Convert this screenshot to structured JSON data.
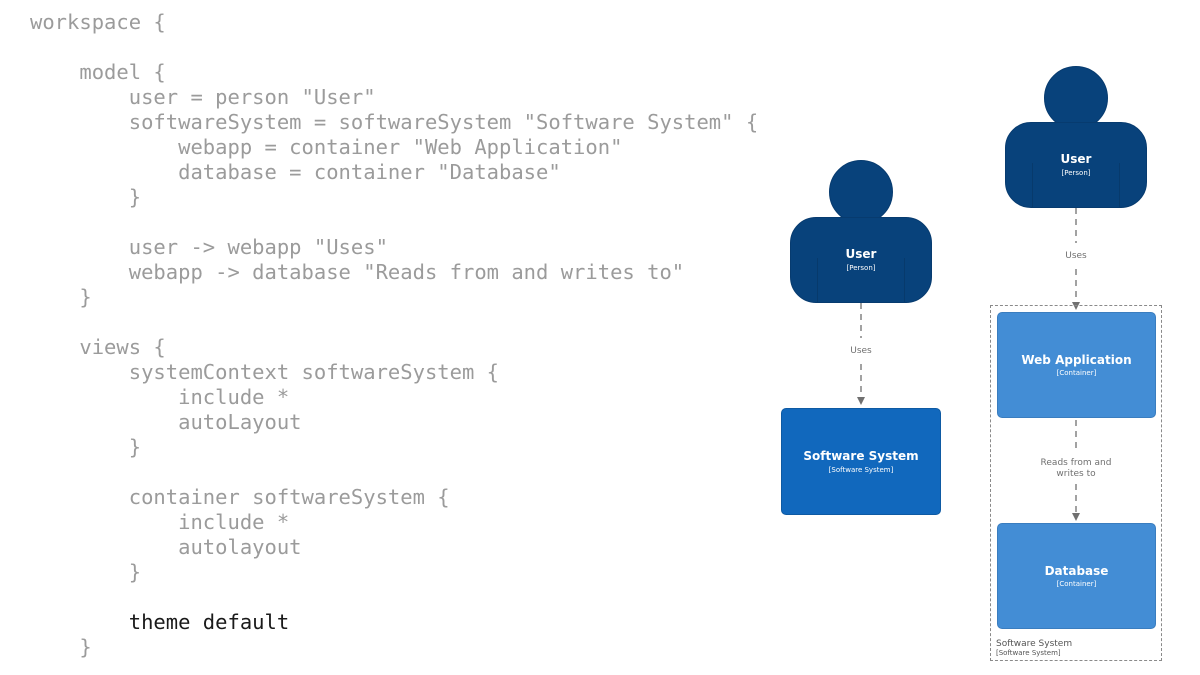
{
  "code": {
    "lines": [
      "workspace {",
      "",
      "    model {",
      "        user = person \"User\"",
      "        softwareSystem = softwareSystem \"Software System\" {",
      "            webapp = container \"Web Application\"",
      "            database = container \"Database\"",
      "        }",
      "",
      "        user -> webapp \"Uses\"",
      "        webapp -> database \"Reads from and writes to\"",
      "    }",
      "",
      "    views {",
      "        systemContext softwareSystem {",
      "            include *",
      "            autoLayout",
      "        }",
      "",
      "        container softwareSystem {",
      "            include *",
      "            autolayout",
      "        }",
      "",
      "        theme default",
      "    }"
    ],
    "highlight_line": 24
  },
  "context_diagram": {
    "person": {
      "name": "User",
      "type": "[Person]"
    },
    "system": {
      "name": "Software System",
      "type": "[Software System]"
    },
    "relationship": {
      "label": "Uses"
    }
  },
  "container_diagram": {
    "person": {
      "name": "User",
      "type": "[Person]"
    },
    "boundary": {
      "name": "Software System",
      "type": "[Software System]"
    },
    "webapp": {
      "name": "Web Application",
      "type": "[Container]"
    },
    "database": {
      "name": "Database",
      "type": "[Container]"
    },
    "rel_uses": {
      "label": "Uses"
    },
    "rel_reads": {
      "label_line1": "Reads from and",
      "label_line2": "writes to"
    }
  },
  "colors": {
    "person": "#08427b",
    "software_system": "#1168bd",
    "container": "#438dd5",
    "code_text": "#9b9b9b",
    "code_highlight": "#1a1a1a",
    "arrow": "#707070"
  }
}
